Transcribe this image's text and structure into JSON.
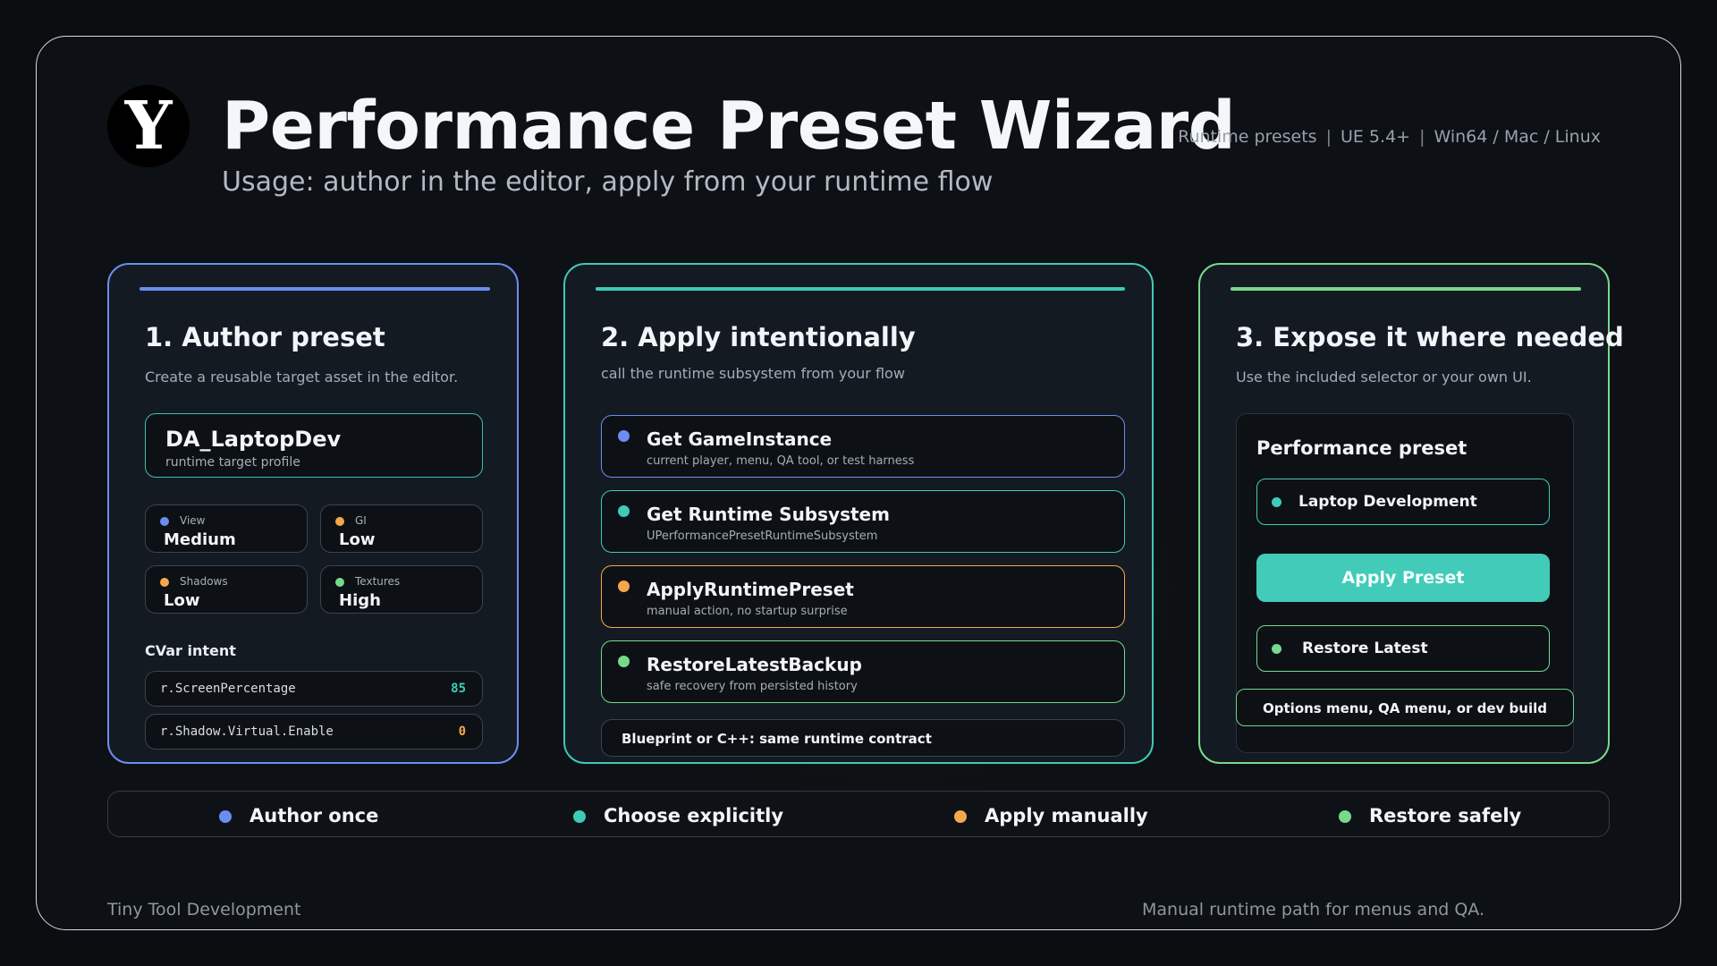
{
  "header": {
    "logo_letter": "Y",
    "title": "Performance Preset Wizard",
    "subtitle": "Usage: author in the editor, apply from your runtime flow",
    "meta": [
      "Runtime presets",
      "UE 5.4+",
      "Win64 / Mac / Linux"
    ],
    "meta_separator": "|"
  },
  "colors": {
    "blue": "#6c8df0",
    "teal": "#3fcab6",
    "orange": "#f5a84a",
    "green": "#77d98c"
  },
  "card1": {
    "title": "1. Author preset",
    "description": "Create a reusable target asset in the editor.",
    "profile": {
      "name": "DA_LaptopDev",
      "subtitle": "runtime target profile"
    },
    "chips": [
      {
        "label": "View",
        "value": "Medium",
        "color": "#6c8df0"
      },
      {
        "label": "GI",
        "value": "Low",
        "color": "#f5a84a"
      },
      {
        "label": "Shadows",
        "value": "Low",
        "color": "#f5a84a"
      },
      {
        "label": "Textures",
        "value": "High",
        "color": "#77d98c"
      }
    ],
    "cvar_title": "CVar intent",
    "cvars": [
      {
        "name": "r.ScreenPercentage",
        "value": "85",
        "color": "#3fcab6"
      },
      {
        "name": "r.Shadow.Virtual.Enable",
        "value": "0",
        "color": "#f5a84a"
      }
    ]
  },
  "card2": {
    "title": "2. Apply intentionally",
    "description": "call the runtime subsystem from your flow",
    "steps": [
      {
        "name": "Get GameInstance",
        "subtitle": "current player, menu, QA tool, or test harness",
        "color": "#6c8df0"
      },
      {
        "name": "Get Runtime Subsystem",
        "subtitle": "UPerformancePresetRuntimeSubsystem",
        "color": "#3fcab6"
      },
      {
        "name": "ApplyRuntimePreset",
        "subtitle": "manual action, no startup surprise",
        "color": "#f5a84a"
      },
      {
        "name": "RestoreLatestBackup",
        "subtitle": "safe recovery from persisted history",
        "color": "#77d98c"
      }
    ],
    "contract": "Blueprint or C++: same runtime contract"
  },
  "card3": {
    "title": "3. Expose it where needed",
    "description": "Use the included selector or your own UI.",
    "panel_title": "Performance preset",
    "selected_preset": "Laptop Development",
    "apply_label": "Apply Preset",
    "restore_label": "Restore Latest",
    "options_label": "Options menu, QA menu, or dev build"
  },
  "principles": [
    {
      "label": "Author once",
      "color": "#6c8df0"
    },
    {
      "label": "Choose explicitly",
      "color": "#3fcab6"
    },
    {
      "label": "Apply manually",
      "color": "#f5a84a"
    },
    {
      "label": "Restore safely",
      "color": "#77d98c"
    }
  ],
  "footer": {
    "left": "Tiny Tool Development",
    "right": "Manual runtime path for menus and QA."
  }
}
